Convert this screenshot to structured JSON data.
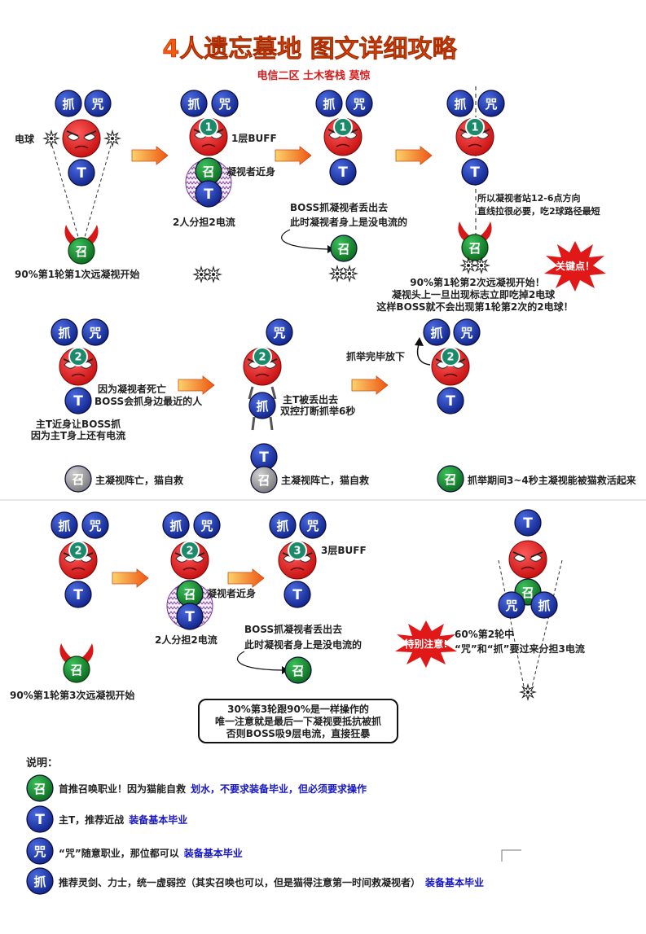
{
  "title": "4人遗忘墓地 图文详细攻略",
  "subtitle": "电信二区 土木客栈 莫惊",
  "colors": {
    "boss": "#e41d1d",
    "tank": "#1f3aa8",
    "blue_token": "#1f3aa8",
    "summoner": "#138a2c",
    "dead": "#9a9a9a",
    "buff": "#1a8a6a",
    "arrow": "#f07a18",
    "burst": "#e01818",
    "note_blue": "#1515c8"
  },
  "tokens": {
    "grab": "抓",
    "curse": "咒",
    "tank": "T",
    "summon": "召"
  },
  "row1": {
    "electric_ball": "电球",
    "buff1": "1层BUFF",
    "gazer_close": "凝视者近身",
    "share": "2人分担2电流",
    "boss_throw_1": "BOSS抓凝视者丢出去",
    "boss_throw_2": "此时凝视者身上是没电流的",
    "stand_1": "所以凝视者站12-6点方向",
    "stand_2": "直线拉很必要，吃2球路径最短",
    "first": "90%第1轮第1次远凝视开始",
    "key_badge": "关键点！",
    "second_1": "90%第1轮第2次远凝视开始！",
    "second_2": "凝视头上一旦出现标志立即吃掉2电球",
    "second_3": "这样BOSS就不会出现第1轮第2次的2电球！"
  },
  "row2": {
    "gazer_dead_1": "因为凝视者死亡",
    "gazer_dead_2": "BOSS会抓身边最近的人",
    "tank_grab_1": "主T近身让BOSS抓",
    "tank_grab_2": "因为主T身上还有电流",
    "tank_thrown_1": "主T被丢出去",
    "tank_thrown_2": "双控打断抓举6秒",
    "grab_done": "抓举完毕放下",
    "dead_self": "主凝视阵亡，猫自救",
    "dead_self_2": "主凝视阵亡，猫自救",
    "revive": "抓举期间3~4秒主凝视能被猫救活起来"
  },
  "row3": {
    "gazer_close": "凝视者近身",
    "buff3": "3层BUFF",
    "share": "2人分担2电流",
    "boss_throw_1": "BOSS抓凝视者丢出去",
    "boss_throw_2": "此时凝视者身上是没电流的",
    "third": "90%第1轮第3次远凝视开始",
    "special_badge": "特别注意!",
    "p60_1": "60%第2轮中",
    "p60_2": "“咒”和“抓”要过来分担3电流",
    "box_1": "30%第3轮跟90%是一样操作的",
    "box_2": "唯一注意就是最后一下凝视要抵抗被抓",
    "box_3": "否则BOSS吸9层电流，直接狂暴"
  },
  "notes": {
    "heading": "说明：",
    "items": [
      {
        "icon": "召",
        "text": "首推召唤职业！因为猫能自救",
        "blue": "划水，不要求装备毕业，但必须要求操作"
      },
      {
        "icon": "T",
        "text": "主T，推荐近战",
        "blue": "装备基本毕业"
      },
      {
        "icon": "咒",
        "text": "“咒”随意职业，那位都可以",
        "blue": "装备基本毕业"
      },
      {
        "icon": "抓",
        "text": "推荐灵剑、力士，统一虚弱控（其实召唤也可以，但是猫得注意第一时间救凝视者）",
        "blue": "装备基本毕业"
      }
    ]
  }
}
